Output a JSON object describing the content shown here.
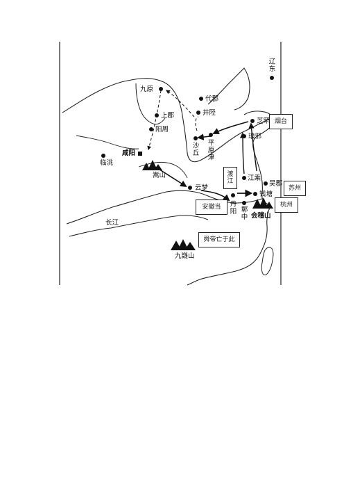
{
  "map": {
    "places": {
      "liaodong": "辽东",
      "jiuyuan": "九原",
      "daijun": "代郡",
      "shangjun": "上郡",
      "julu": "井陉",
      "yangzhou": "阳周",
      "zhifu": "芝罘",
      "langye": "琅邪",
      "pingyuanjin": "平原津",
      "shaqiu": "沙丘",
      "xianyang": "咸阳",
      "lintao": "临洮",
      "wushan": "嵩山",
      "yunmeng": "云梦",
      "jiangcheng": "江乘",
      "wujun": "吴郡",
      "qiantang": "钱塘",
      "danyang": "丹阳",
      "zhangzhong": "鄣中",
      "kuaijishan": "会稽山",
      "changjiang": "长江",
      "jiuyishan": "九嶷山"
    },
    "annotations": {
      "yantai": "烟台",
      "zhejiang_l1": "渡",
      "zhejiang_l2": "江",
      "suzhou": "苏州",
      "hangzhou": "杭州",
      "anhui": "安徽当",
      "shundi": "舜帝亡于此"
    }
  }
}
